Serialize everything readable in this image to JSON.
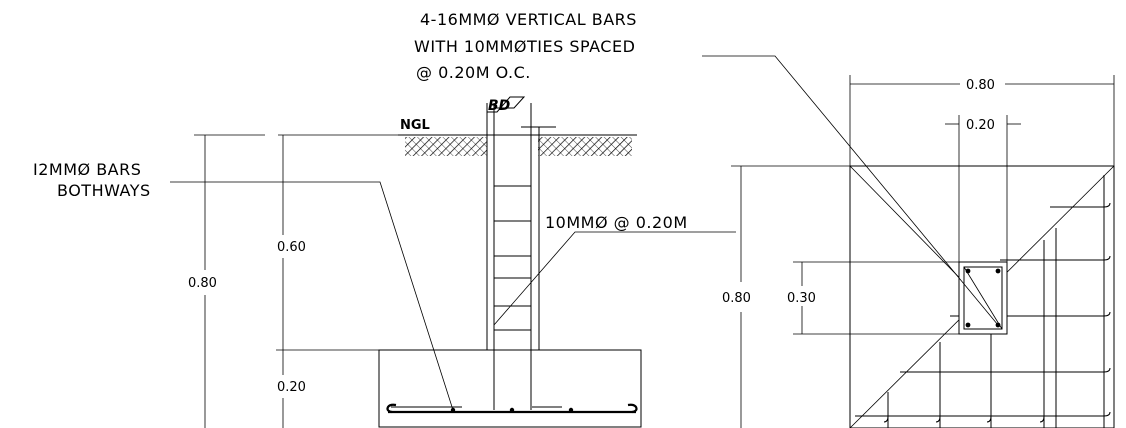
{
  "labels": {
    "vertical_bars_line1": "4-16MMØ VERTICAL BARS",
    "vertical_bars_line2": "WITH 10MMØTIES SPACED",
    "vertical_bars_line3": "@ 0.20M O.C.",
    "ngl": "NGL",
    "bothways_line1": "I2MMØ BARS",
    "bothways_line2": "BOTHWAYS",
    "ties": "10MMØ @ 0.20M",
    "bd": "BD"
  },
  "section_dims": {
    "total_height": "0.80",
    "column_height": "0.60",
    "footing_thickness": "0.20"
  },
  "plan_dims": {
    "width": "0.80",
    "column_width": "0.20",
    "height": "0.80",
    "column_depth": "0.30"
  }
}
